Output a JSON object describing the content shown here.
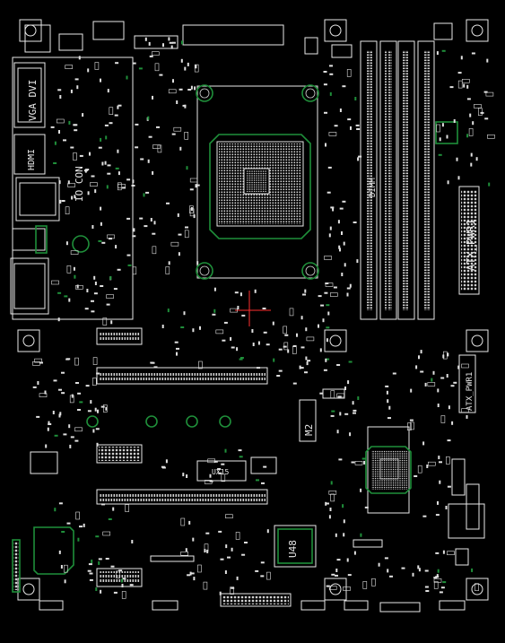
{
  "board": {
    "background": "#000000",
    "silkscreen_color": "#e8e8e8",
    "copper_outline_color": "#1f8f3a",
    "marker_color": "#ff3030"
  },
  "labels": {
    "vga_dvi": "VGA DVI",
    "hdmi": "HDMI",
    "io_conn": "IO CON",
    "dimm": "DIMM",
    "atx_pwr": "ATX_PWR1",
    "atx_pwr_lower": "ATX_PWR1",
    "m2": "M2",
    "u48": "U48",
    "ux15": "UX15"
  }
}
